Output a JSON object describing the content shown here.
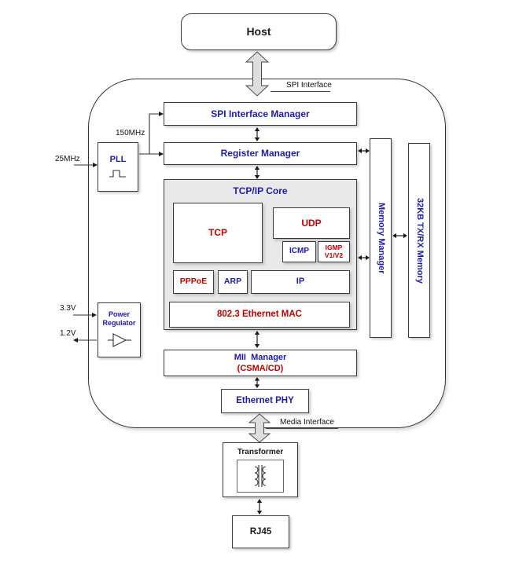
{
  "colors": {
    "label_blue": "#1c1ca8",
    "label_red": "#c00000",
    "core_background": "#e9e9e9"
  },
  "host": "Host",
  "interfaces": {
    "spi": "SPI Interface",
    "media": "Media Interface"
  },
  "clock": {
    "pll": "PLL",
    "input": "25MHz",
    "internal": "150MHz"
  },
  "power": {
    "regulator_line1": "Power",
    "regulator_line2": "Regulator",
    "input": "3.3V",
    "output": "1.2V"
  },
  "managers": {
    "spi": "SPI Interface Manager",
    "register": "Register Manager",
    "memory": "Memory Manager",
    "mii_line1": "MII  Manager",
    "mii_line2": "(CSMA/CD)"
  },
  "core": {
    "title": "TCP/IP Core",
    "tcp": "TCP",
    "udp": "UDP",
    "icmp": "ICMP",
    "igmp_line1": "IGMP",
    "igmp_line2": "V1/V2",
    "pppoe": "PPPoE",
    "arp": "ARP",
    "ip": "IP",
    "mac": "802.3 Ethernet MAC"
  },
  "memory_block": "32KB TX/RX Memory",
  "phy": "Ethernet PHY",
  "transformer": "Transformer",
  "rj45": "RJ45"
}
